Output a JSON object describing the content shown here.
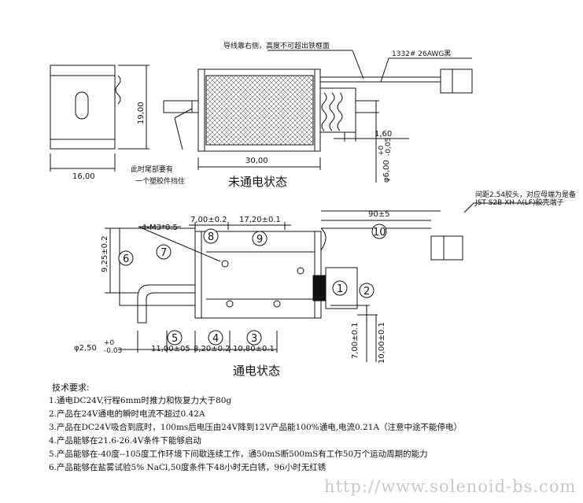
{
  "top_view": {
    "dims": {
      "width_left": "16,00",
      "height": "19,00",
      "length": "30,00",
      "gap": "1,60",
      "plunger_dia": "φ6,00",
      "plunger_tol_up": "+0",
      "plunger_tol_down": "-0,05"
    },
    "notes": {
      "lead_note": "导线靠右侧，高度不可超出铁框面",
      "wire_spec": "1332# 26AWG黑",
      "tail_note_1": "此时尾部要有",
      "tail_note_2": "一个塑胶件挡住"
    },
    "state_label": "未通电状态"
  },
  "bottom_view": {
    "dims": {
      "d7": "7,00±0.2",
      "d1720": "17,20±0.1",
      "d90": "90±5",
      "thread": "4-M3*0.5",
      "h925": "9,25±0.2",
      "pin_dia": "φ2,50",
      "pin_tol_up": "+0",
      "pin_tol_down": "-0.03",
      "d11": "11,00±05",
      "d82": "8,20±0.2",
      "d108": "10,80±0.1",
      "v7": "7,00±0.1",
      "v10": "10,00±0.1"
    },
    "connector_note_1": "间距2.54胶头，对应母端为是备",
    "connector_note_2": "JST S2B-XH-A(LF)胶壳端子",
    "callouts": [
      "1",
      "2",
      "3",
      "4",
      "5",
      "6",
      "7",
      "8",
      "9",
      "10"
    ],
    "state_label": "通电状态"
  },
  "requirements": {
    "title": "技术要求:",
    "items": [
      "1.通电DC24V,行程6mm时推力和恢复力大于80g",
      "2.产品在24V通电的瞬时电流不超过0.42A",
      "3.产品在DC24V吸合到底时，100ms后电压由24V降到12V产品能100%通电,电流0.21A（注意中途不能停电）",
      "4.产品能够在21.6-26.4V条件下能够启动",
      "5.产品能够在-40度--105度工作环境下间歇连续工作，通50mS断500mS有工作50万个运动周期的能力",
      "6.产品能够在盐雾试验5% NaCl,50度条件下48小时无白锈，96小时无红锈"
    ]
  },
  "watermark": "http://www.solenoid-bs.com"
}
